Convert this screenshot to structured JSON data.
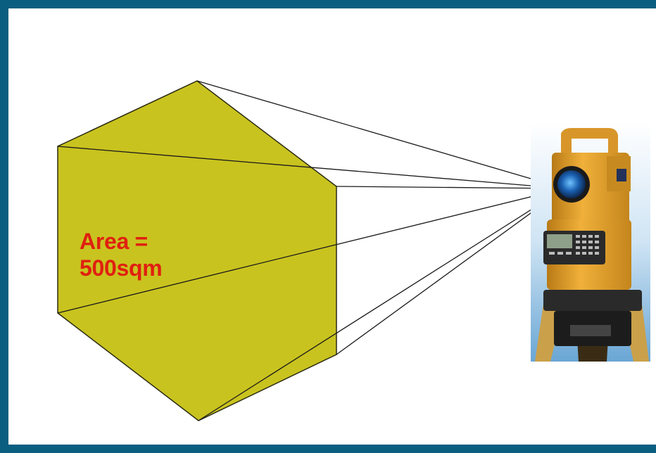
{
  "diagram": {
    "area_label_line1": "Area =",
    "area_label_line2": "500sqm",
    "instrument": "total-station",
    "colors": {
      "frame": "#0a5e80",
      "polygon_fill": "#c9c31f",
      "polygon_stroke": "#2a2a10",
      "sight_lines": "#1a1a1a",
      "label": "#e02010"
    }
  }
}
